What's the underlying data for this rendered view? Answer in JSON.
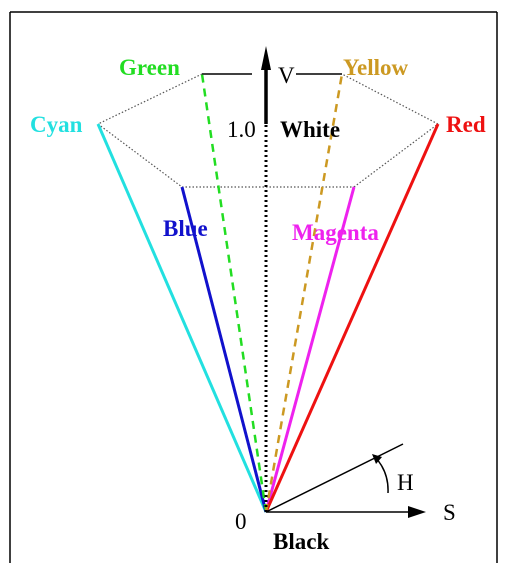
{
  "diagram": {
    "labels": {
      "green": "Green",
      "yellow": "Yellow",
      "cyan": "Cyan",
      "red": "Red",
      "blue": "Blue",
      "magenta": "Magenta",
      "white": "White",
      "black": "Black",
      "v_axis": "V",
      "v_top": "1.0",
      "v_zero": "0",
      "hue": "H",
      "saturation": "S"
    },
    "colors": {
      "green": "#22dd22",
      "yellow": "#cc9922",
      "cyan": "#22e0e0",
      "red": "#ee1111",
      "blue": "#1111cc",
      "magenta": "#ee22ee",
      "black": "#000000",
      "outline": "#555555"
    }
  }
}
